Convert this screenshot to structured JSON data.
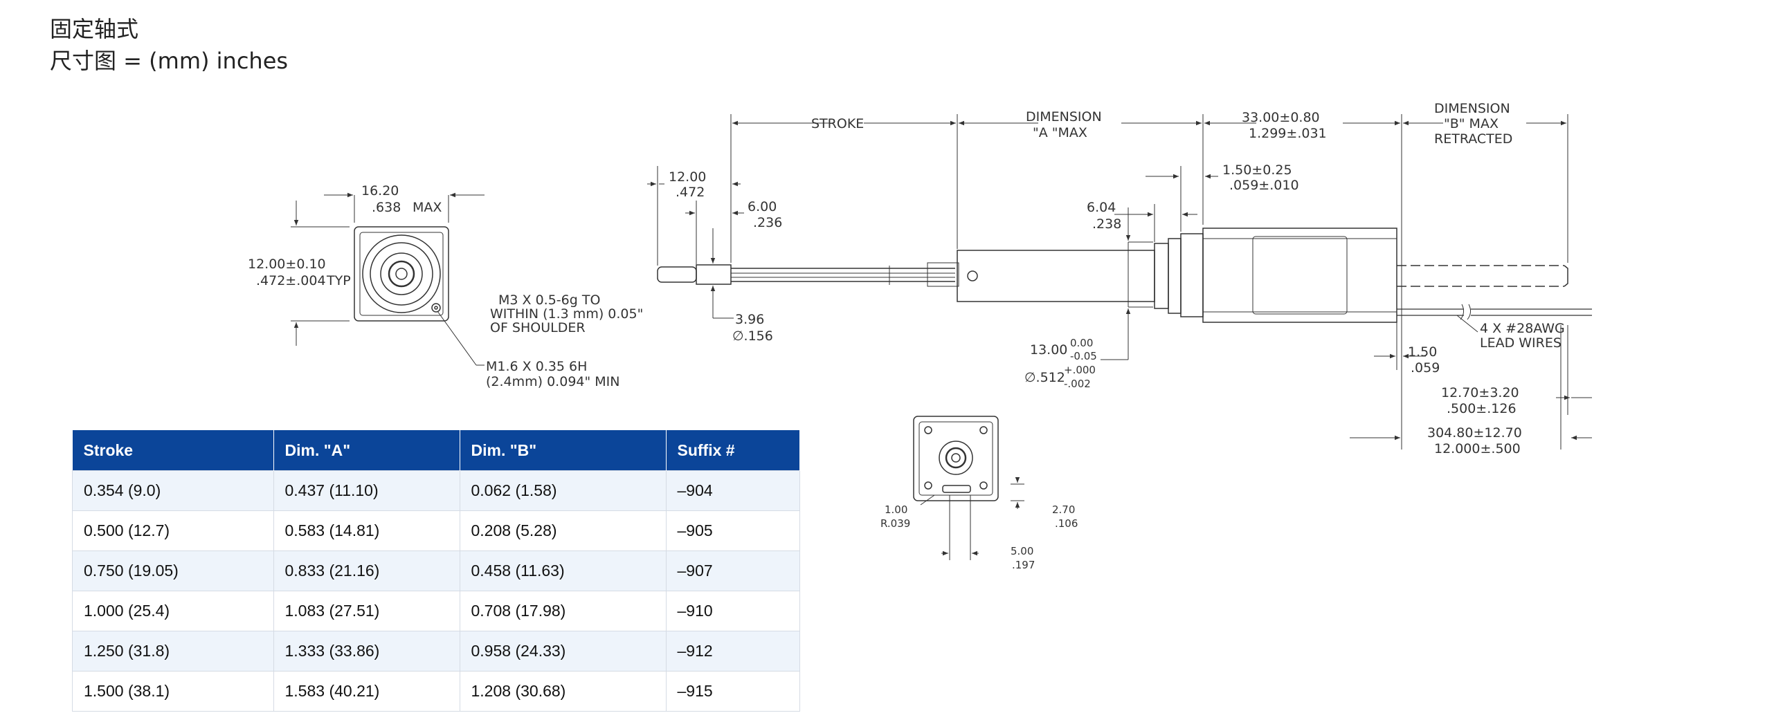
{
  "headings": {
    "line1": "固定轴式",
    "line2": "尺寸图 = (mm) inches"
  },
  "drawing": {
    "front_width_mm": "16.20",
    "front_width_in": ".638",
    "front_width_note": "MAX",
    "front_height_mm": "12.00±0.10",
    "front_height_in": ".472±.004",
    "front_height_note": "TYP",
    "screw_note_1": "M1.6 X 0.35 6H",
    "screw_note_2": "(2.4mm) 0.094\" MIN",
    "thread_note_1": "M3 X 0.5-6g TO",
    "thread_note_2": "WITHIN (1.3 mm) 0.05\"",
    "thread_note_3": "OF SHOULDER",
    "dim_12_mm": "12.00",
    "dim_12_in": ".472",
    "dim_6_mm": "6.00",
    "dim_6_in": ".236",
    "dim_396_mm": "3.96",
    "dim_396_in": "∅.156",
    "stroke_label": "STROKE",
    "dim_a_line1": "DIMENSION",
    "dim_a_line2": "\"A \"MAX",
    "dim_33_mm": "33.00±0.80",
    "dim_33_in": "1.299±.031",
    "dim_b_line1": "DIMENSION",
    "dim_b_line2": "\"B\" MAX",
    "dim_b_line3": "RETRACTED",
    "dim_150_mm": "1.50±0.25",
    "dim_150_in": ".059±.010",
    "dim_604_mm": "6.04",
    "dim_604_in": ".238",
    "dim_13_mm": "13.00",
    "dim_13_tol_top": "0.00",
    "dim_13_tol_bot": "-0.05",
    "dim_13_in": "∅.512",
    "dim_13_in_tol_top": "+.000",
    "dim_13_in_tol_bot": "-.002",
    "wires_1": "4 X #28AWG",
    "wires_2": "LEAD WIRES",
    "dim_150b_mm": "1.50",
    "dim_150b_in": ".059",
    "dim_1270_mm": "12.70±3.20",
    "dim_1270_in": ".500±.126",
    "dim_30480_mm": "304.80±12.70",
    "dim_30480_in": "12.000±.500",
    "rear_r_mm": "1.00",
    "rear_r_in": "R.039",
    "rear_270_mm": "2.70",
    "rear_270_in": ".106",
    "rear_500_mm": "5.00",
    "rear_500_in": ".197"
  },
  "table": {
    "headers": [
      "Stroke",
      "Dim. \"A\"",
      "Dim. \"B\"",
      "Suffix #"
    ],
    "rows": [
      [
        "0.354 (9.0)",
        "0.437 (11.10)",
        "0.062 (1.58)",
        "–904"
      ],
      [
        "0.500 (12.7)",
        "0.583 (14.81)",
        "0.208 (5.28)",
        "–905"
      ],
      [
        "0.750 (19.05)",
        "0.833 (21.16)",
        "0.458 (11.63)",
        "–907"
      ],
      [
        "1.000 (25.4)",
        "1.083 (27.51)",
        "0.708 (17.98)",
        "–910"
      ],
      [
        "1.250 (31.8)",
        "1.333 (33.86)",
        "0.958 (24.33)",
        "–912"
      ],
      [
        "1.500 (38.1)",
        "1.583 (40.21)",
        "1.208 (30.68)",
        "–915"
      ]
    ],
    "header_color": "#0b4599",
    "alt_row_color": "#eef4fb"
  }
}
